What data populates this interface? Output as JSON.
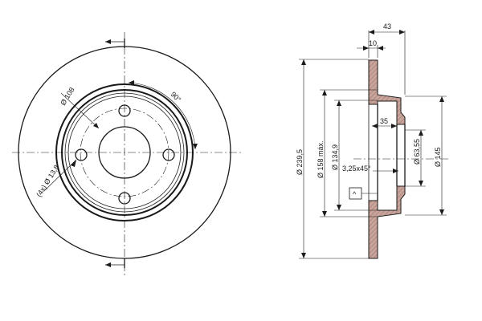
{
  "front_view": {
    "dim_pcd": "Ø 108",
    "dim_angle": "90°",
    "dim_holes": "(4x) Ø 13,8"
  },
  "side_view": {
    "dim_overall_width": "43",
    "dim_flange_width": "10",
    "dim_hub_depth": "35",
    "dim_outer_diameter": "Ø 239,5",
    "dim_max_diameter": "Ø 158 máx.",
    "dim_inner_diameter": "Ø 134,9",
    "dim_chamfer": "3,25x45°",
    "dim_center_bore": "Ø 63,55",
    "dim_hub_diameter": "Ø 145",
    "symbol_label": "^"
  }
}
